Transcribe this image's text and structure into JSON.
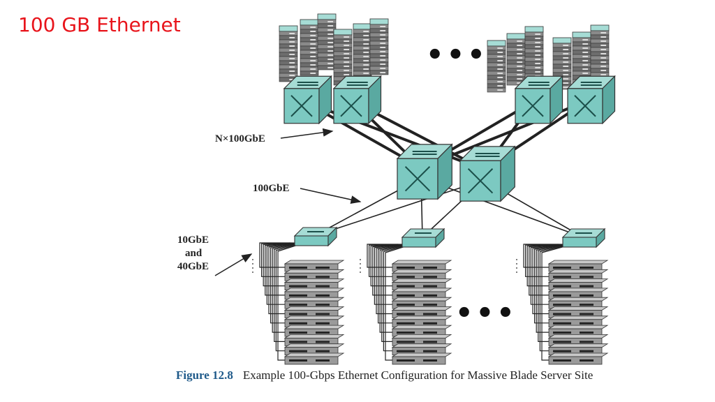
{
  "slide": {
    "title": "100 GB Ethernet"
  },
  "diagram": {
    "labels": {
      "n_100gbe": "N×100GbE",
      "gbe100": "100GbE",
      "gbe10_line1": "10GbE",
      "gbe10_line2": "and",
      "gbe10_line3": "40GbE"
    },
    "ellipsis": "•••"
  },
  "caption": {
    "number": "Figure 12.8",
    "text": "Example 100-Gbps Ethernet Configuration for Massive Blade Server Site"
  },
  "colors": {
    "title": "#e8141b",
    "switch_fill": "#7cc9c1",
    "caption_number": "#1f5a8a"
  }
}
